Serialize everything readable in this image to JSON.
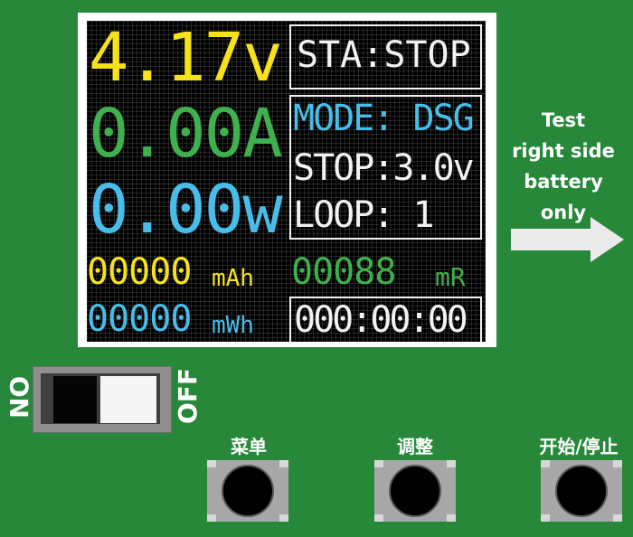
{
  "display": {
    "voltage": "4.17v",
    "current": "0.00A",
    "power": "0.00w",
    "status": "STA:STOP",
    "mode": "MODE: DSG",
    "stop_voltage": "STOP:3.0v",
    "loop": "LOOP: 1",
    "capacity": "00000",
    "capacity_unit": "mAh",
    "resistance": "00088",
    "resistance_unit": "mR",
    "energy": "00000",
    "energy_unit": "mWh",
    "timer": "000:00:00"
  },
  "note": {
    "line1": "Test",
    "line2": "right side",
    "line3": "battery",
    "line4": "only"
  },
  "switch": {
    "on_label": "NO",
    "off_label": "OFF"
  },
  "buttons": {
    "menu": "菜单",
    "adjust": "调整",
    "start_stop": "开始/停止"
  },
  "colors": {
    "board": "#27883a",
    "voltage": "#f5e21a",
    "current": "#3eb04d",
    "power": "#49bde9"
  }
}
